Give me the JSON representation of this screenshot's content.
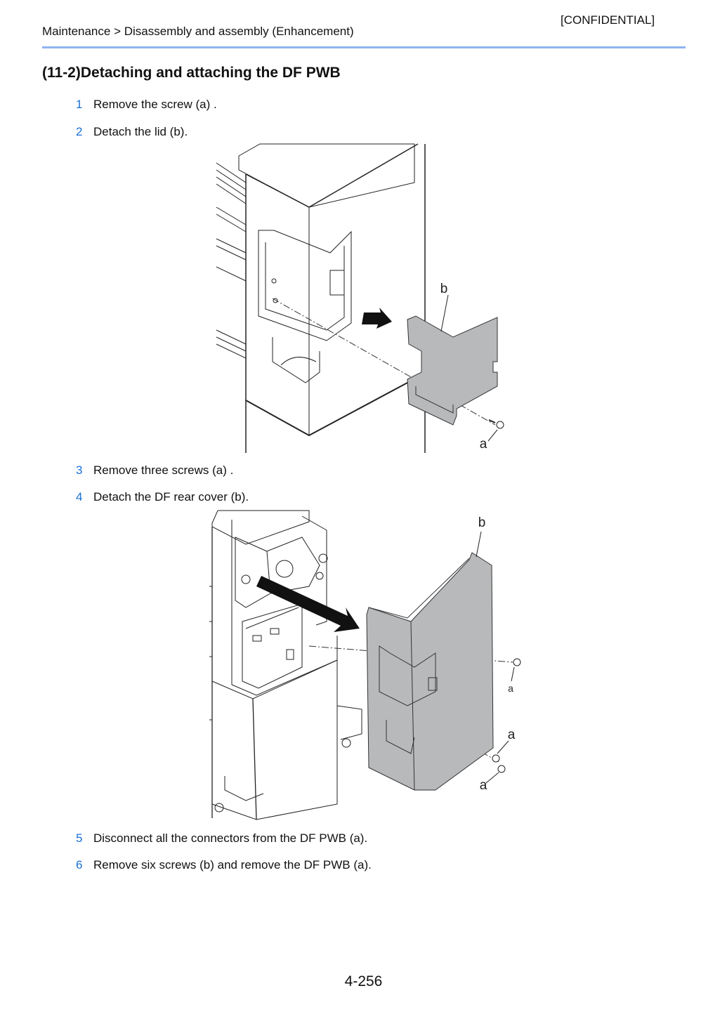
{
  "header": {
    "confidential": "[CONFIDENTIAL]",
    "breadcrumb": "Maintenance > Disassembly and assembly (Enhancement)"
  },
  "title": "(11-2)Detaching and attaching the DF PWB",
  "steps": [
    {
      "num": "1",
      "text": "Remove the screw (a) ."
    },
    {
      "num": "2",
      "text": "Detach the lid (b)."
    },
    {
      "num": "3",
      "text": "Remove three screws (a) ."
    },
    {
      "num": "4",
      "text": "Detach the DF rear cover (b)."
    },
    {
      "num": "5",
      "text": "Disconnect all the connectors from the DF PWB (a)."
    },
    {
      "num": "6",
      "text": "Remove six screws (b)  and remove the DF PWB (a)."
    }
  ],
  "figure1": {
    "label_b": "b",
    "label_a": "a"
  },
  "figure2": {
    "label_b": "b",
    "label_a1": "a",
    "label_a2": "a",
    "label_a3": "a"
  },
  "page_number": "4-256",
  "colors": {
    "accent": "#1a6fd8",
    "rule": "#8fb3f0",
    "part_fill": "#b8b9bb"
  }
}
